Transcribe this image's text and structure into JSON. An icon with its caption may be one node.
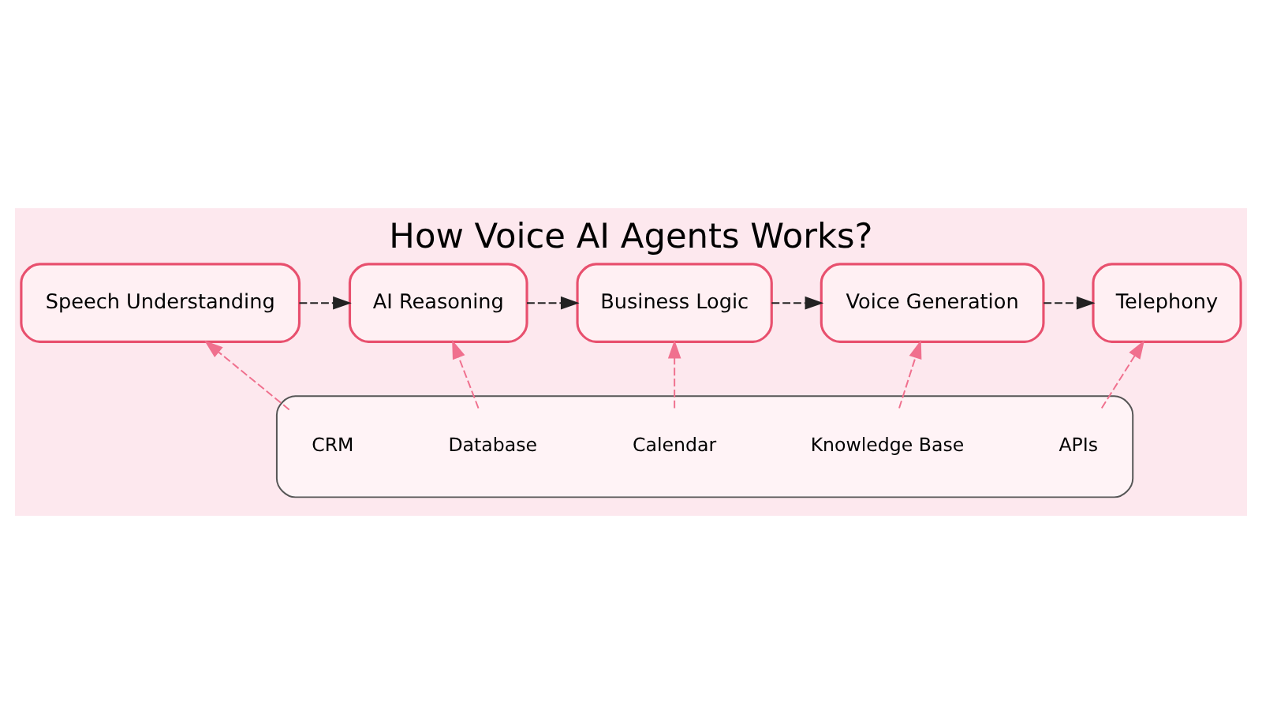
{
  "diagram": {
    "title": "How Voice AI Agents Works?",
    "nodes": [
      {
        "text": [
          "Speech Understanding"
        ]
      },
      {
        "text": [
          "AI Reasoning"
        ]
      },
      {
        "text": [
          "Business Logic"
        ]
      },
      {
        "text": [
          "Voice Generation"
        ]
      },
      {
        "text": [
          "Telephony"
        ]
      },
      {
        "text": [],
        "shape": "box"
      },
      {
        "text": [
          "CRM"
        ],
        "in": 5
      },
      {
        "text": [
          "Database"
        ],
        "in": 5
      },
      {
        "text": [
          "Calendar"
        ],
        "in": 5
      },
      {
        "text": [
          "Knowledge Base"
        ],
        "in": 5
      },
      {
        "text": [
          "APIs"
        ],
        "in": 5
      }
    ],
    "edges": [
      {
        "from": 0,
        "to": 1,
        "arrow": "to",
        "style": "dashed",
        "color": "#222222"
      },
      {
        "from": 1,
        "to": 2,
        "arrow": "to",
        "style": "dashed",
        "color": "#222222"
      },
      {
        "from": 2,
        "to": 3,
        "arrow": "to",
        "style": "dashed",
        "color": "#222222"
      },
      {
        "from": 3,
        "to": 4,
        "arrow": "to",
        "style": "dashed",
        "color": "#222222"
      },
      {
        "from": 6,
        "to": 0,
        "arrow": "to",
        "style": "dashed",
        "color": "#f0708e"
      },
      {
        "from": 7,
        "to": 1,
        "arrow": "to",
        "style": "dashed",
        "color": "#f0708e"
      },
      {
        "from": 8,
        "to": 2,
        "arrow": "to",
        "style": "dashed",
        "color": "#f0708e"
      },
      {
        "from": 9,
        "to": 3,
        "arrow": "to",
        "style": "dashed",
        "color": "#f0708e"
      },
      {
        "from": 10,
        "to": 4,
        "arrow": "to",
        "style": "dashed",
        "color": "#f0708e"
      }
    ]
  }
}
